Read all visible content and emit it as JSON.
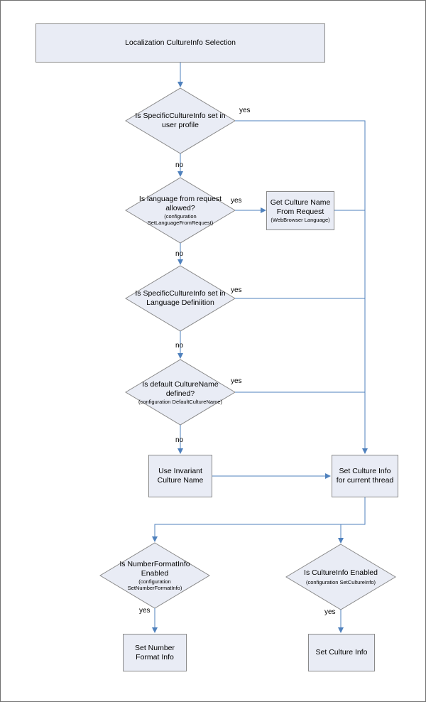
{
  "colors": {
    "line": "#4f81bd",
    "box_fill": "#e9ecf5",
    "box_border": "#8a8a8a"
  },
  "start": {
    "title": "Localization CultureInfo Selection"
  },
  "decisions": {
    "d1": {
      "line1": "Is SpecificCultureInfo set in",
      "line2": "user profile"
    },
    "d2": {
      "line1": "Is language from request",
      "line2": "allowed?",
      "note1": "(configuration",
      "note2": "SetLanguageFromRequest)"
    },
    "d3": {
      "line1": "Is SpecificCultureInfo set in",
      "line2": "Language Definiition"
    },
    "d4": {
      "line1": "Is default CultureName",
      "line2": "defined?",
      "note1": "(configuration DefaultCultureName)"
    },
    "d5": {
      "line1": "Is NumberFormatInfo",
      "line2": "Enabled",
      "note1": "(configuration",
      "note2": "SetNumberFormatInfo)"
    },
    "d6": {
      "line1": "Is CultureInfo Enabled",
      "note1": "(configuration SetCultureInfo)"
    }
  },
  "processes": {
    "get_culture": {
      "line1": "Get Culture Name",
      "line2": "From Request",
      "note1": "(WebBrowser Language)"
    },
    "invariant": {
      "line1": "Use Invariant",
      "line2": "Culture Name"
    },
    "set_thread": {
      "line1": "Set Culture Info",
      "line2": "for current thread"
    },
    "set_number": {
      "line1": "Set Number",
      "line2": "Format Info"
    },
    "set_culture": {
      "line1": "Set Culture Info"
    }
  },
  "labels": {
    "yes": "yes",
    "no": "no"
  }
}
